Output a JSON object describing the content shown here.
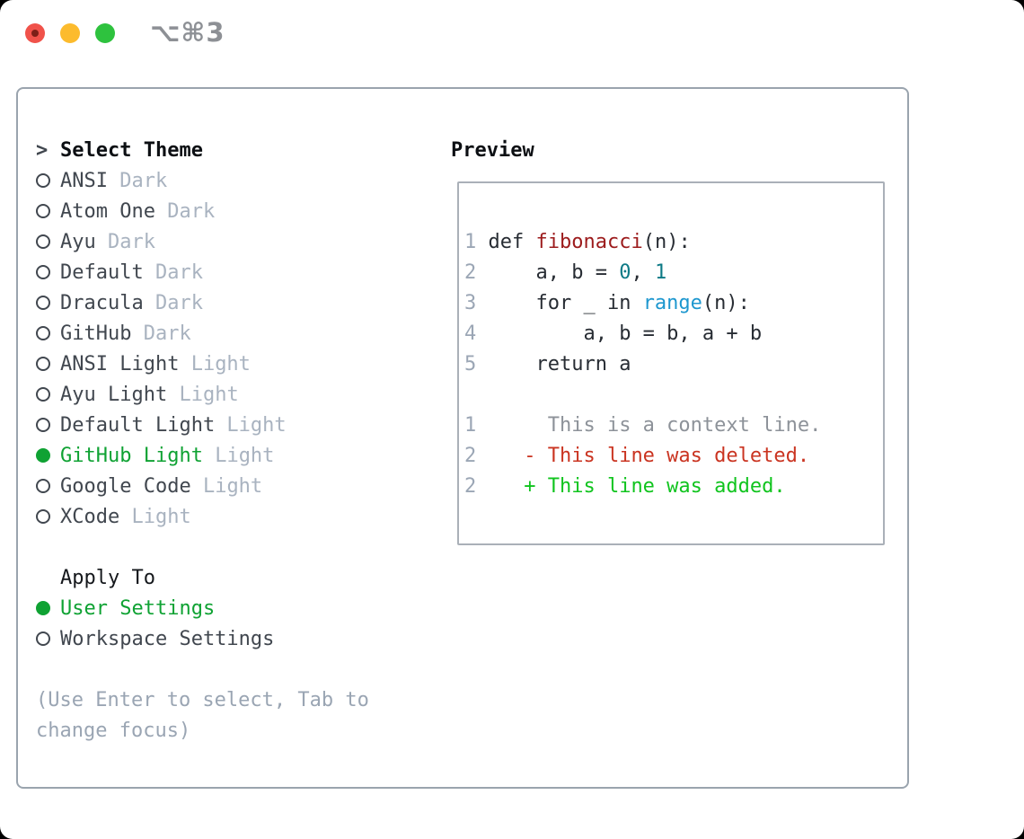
{
  "window": {
    "title": "⌥⌘3"
  },
  "traffic_lights": [
    {
      "name": "close"
    },
    {
      "name": "minimize"
    },
    {
      "name": "zoom"
    }
  ],
  "left_panel": {
    "prompt": ">",
    "header": "Select Theme",
    "themes": [
      {
        "name": "ANSI",
        "tag": "Dark",
        "selected": false
      },
      {
        "name": "Atom One",
        "tag": "Dark",
        "selected": false
      },
      {
        "name": "Ayu",
        "tag": "Dark",
        "selected": false
      },
      {
        "name": "Default",
        "tag": "Dark",
        "selected": false
      },
      {
        "name": "Dracula",
        "tag": "Dark",
        "selected": false
      },
      {
        "name": "GitHub",
        "tag": "Dark",
        "selected": false
      },
      {
        "name": "ANSI Light",
        "tag": "Light",
        "selected": false
      },
      {
        "name": "Ayu Light",
        "tag": "Light",
        "selected": false
      },
      {
        "name": "Default Light",
        "tag": "Light",
        "selected": false
      },
      {
        "name": "GitHub Light",
        "tag": "Light",
        "selected": true
      },
      {
        "name": "Google Code",
        "tag": "Light",
        "selected": false
      },
      {
        "name": "XCode",
        "tag": "Light",
        "selected": false
      }
    ],
    "apply_to": {
      "header": "Apply To",
      "options": [
        {
          "label": "User Settings",
          "selected": true
        },
        {
          "label": "Workspace Settings",
          "selected": false
        }
      ]
    },
    "hint_lines": [
      "(Use Enter to select, Tab to",
      "change focus)"
    ]
  },
  "preview": {
    "header": "Preview",
    "lines": [
      {
        "number": "1",
        "tokens": [
          {
            "text": "def ",
            "color": "code"
          },
          {
            "text": "fibonacci",
            "color": "function"
          },
          {
            "text": "(n):",
            "color": "code"
          }
        ]
      },
      {
        "number": "2",
        "tokens": [
          {
            "text": "    a, b = ",
            "color": "code"
          },
          {
            "text": "0",
            "color": "number"
          },
          {
            "text": ", ",
            "color": "code"
          },
          {
            "text": "1",
            "color": "number"
          }
        ]
      },
      {
        "number": "3",
        "tokens": [
          {
            "text": "    for _ in ",
            "color": "code"
          },
          {
            "text": "range",
            "color": "builtin"
          },
          {
            "text": "(n):",
            "color": "code"
          }
        ]
      },
      {
        "number": "4",
        "tokens": [
          {
            "text": "        a, b = b, a + b",
            "color": "code"
          }
        ]
      },
      {
        "number": "5",
        "tokens": [
          {
            "text": "    return a",
            "color": "code"
          }
        ]
      },
      {
        "number": "",
        "tokens": []
      },
      {
        "number": "1",
        "tokens": [
          {
            "text": "     This is a context line.",
            "color": "context"
          }
        ]
      },
      {
        "number": "2",
        "tokens": [
          {
            "text": "   - This line was deleted.",
            "color": "deleted"
          }
        ]
      },
      {
        "number": "2",
        "tokens": [
          {
            "text": "   + This line was added.",
            "color": "added"
          }
        ]
      }
    ]
  },
  "colors": {
    "accent_green": "#0fa233",
    "added_green": "#10c41e",
    "deleted_red": "#ca3421",
    "function_red": "#9c1b1c",
    "number_teal": "#0e7a86",
    "builtin_blue": "#1d97cf",
    "code_text": "#272c33",
    "context_gray": "#8d9299",
    "line_number": "#9ba6b5",
    "theme_text": "#41474f",
    "tag_gray": "#a9b3c0",
    "hint_gray": "#9aa5b3",
    "header_black": "#0c0f13",
    "border_gray": "#9aa4ae",
    "preview_border": "#aab0b8",
    "titlebar_gray": "#8d9095",
    "traffic_red": "#f0524a",
    "traffic_red_dot": "#7c1f17",
    "traffic_yellow": "#fcbb2d",
    "traffic_green": "#2ec23e"
  }
}
